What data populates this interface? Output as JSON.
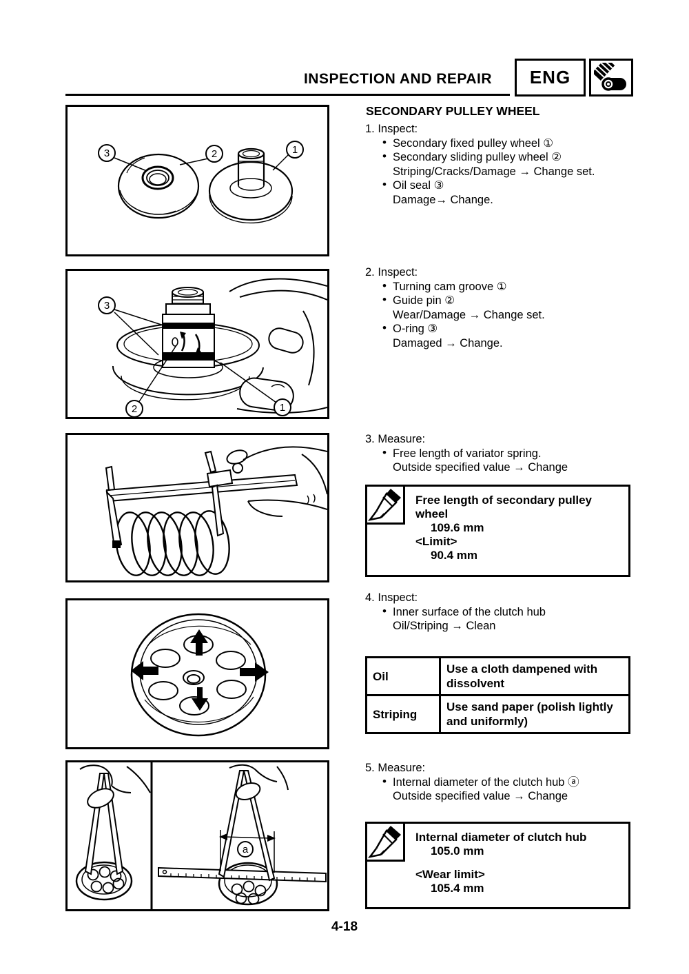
{
  "header": {
    "title": "INSPECTION AND REPAIR",
    "badge_label": "ENG",
    "badge_icon": "engine-icon"
  },
  "section_title": "SECONDARY PULLEY WHEEL",
  "steps": [
    {
      "title": "1. Inspect:",
      "lines": [
        {
          "t": "Secondary fixed pulley wheel ①"
        },
        {
          "t": "Secondary sliding pulley wheel ②"
        },
        {
          "t": "Striping/Cracks/Damage → Change set."
        },
        {
          "t": "Oil seal ③"
        },
        {
          "t": "Damage→ Change."
        }
      ]
    },
    {
      "title": "2. Inspect:",
      "lines": [
        {
          "t": "Turning cam groove ①"
        },
        {
          "t": "Guide pin ②"
        },
        {
          "t": "Wear/Damage → Change set."
        },
        {
          "t": "O-ring ③"
        },
        {
          "t": "Damaged → Change."
        }
      ]
    },
    {
      "title": "3. Measure:",
      "lines": [
        {
          "t": "Free length of variator spring."
        },
        {
          "t": "Outside specified value → Change"
        }
      ]
    },
    {
      "title": "4. Inspect:",
      "lines": [
        {
          "t": "Inner surface of the clutch hub"
        },
        {
          "t": "Oil/Striping → Clean"
        }
      ]
    },
    {
      "title": "5. Measure:",
      "lines": [
        {
          "t": "Internal diameter of the clutch hub  ⓐ"
        },
        {
          "t": "Outside specified value → Change"
        }
      ]
    }
  ],
  "spec_boxes": [
    {
      "icon": "caliper-icon",
      "title": "Free length of secondary pulley wheel",
      "value": "109.6 mm",
      "limit_label": "<Limit>",
      "limit_value": "90.4 mm"
    },
    {
      "icon": "caliper-icon",
      "title": "Internal diameter of clutch hub",
      "value": "105.0 mm",
      "limit_label": "<Wear limit>",
      "limit_value": "105.4 mm"
    }
  ],
  "maintenance_table": {
    "rows": [
      {
        "label": "Oil",
        "instruction": "Use a cloth dampened with dissolvent"
      },
      {
        "label": "Striping",
        "instruction": "Use sand paper (polish lightly and uniformly)"
      }
    ]
  },
  "figures": [
    {
      "callouts": {
        "c1": "1",
        "c2": "2",
        "c3": "3"
      }
    },
    {
      "callouts": {
        "c1": "1",
        "c2": "2",
        "c3": "3"
      }
    },
    {
      "callouts": {}
    },
    {
      "callouts": {}
    },
    {
      "callouts": {
        "a": "a"
      }
    }
  ],
  "page_number": "4-18"
}
